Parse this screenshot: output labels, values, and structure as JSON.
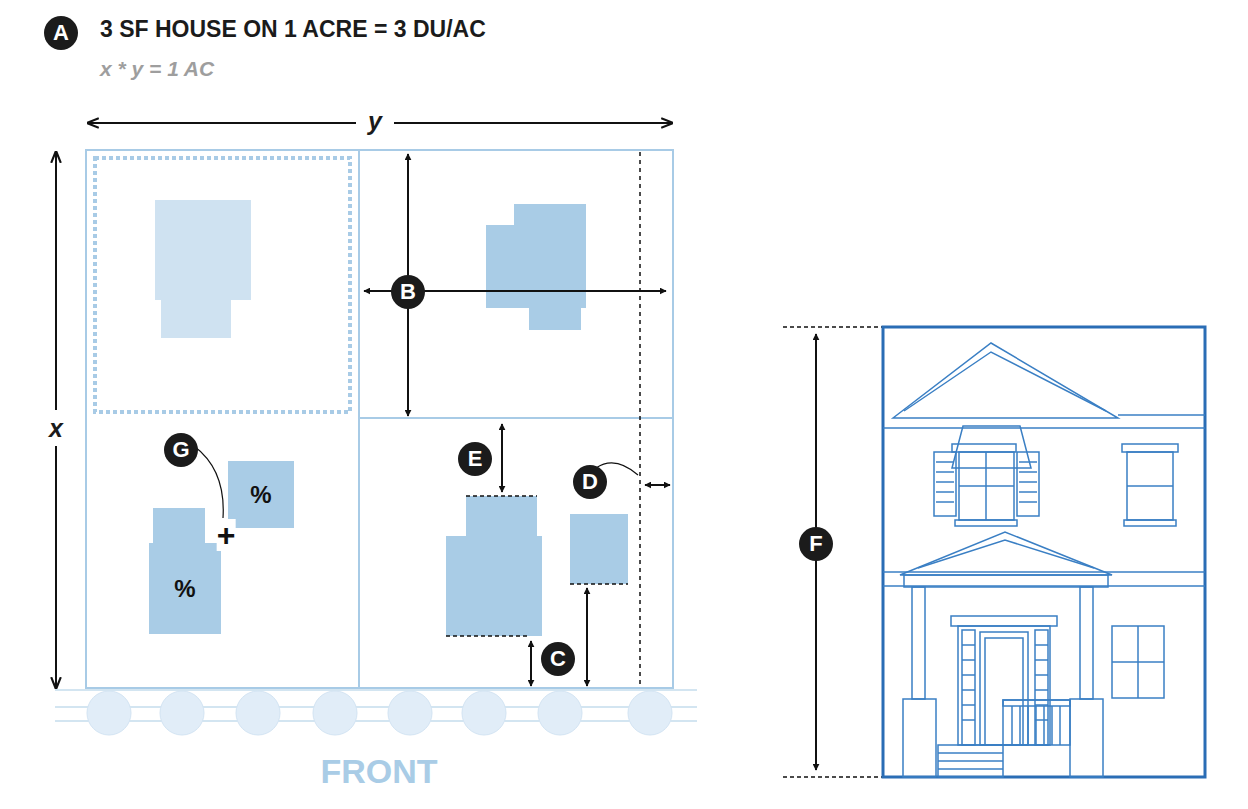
{
  "diagram": {
    "title": "3 SF HOUSE ON 1 ACRE = 3 DU/AC",
    "nodes": [
      {
        "text": [
          "A"
        ]
      },
      {
        "text": [
          "B"
        ]
      },
      {
        "text": [
          "G"
        ]
      },
      {
        "text": [
          "%"
        ]
      },
      {
        "text": [
          "%"
        ]
      },
      {
        "text": [
          "E"
        ]
      },
      {
        "text": [
          "D"
        ]
      },
      {
        "text": [
          "C"
        ]
      },
      {
        "text": [
          "F"
        ]
      }
    ],
    "labels": [
      "x * y = 1 AC",
      "y",
      "x",
      "+",
      "FRONT"
    ]
  }
}
